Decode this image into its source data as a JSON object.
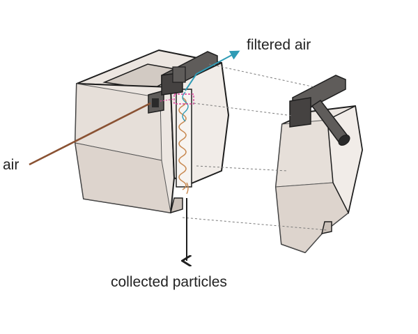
{
  "labels": {
    "filtered_air": "filtered air",
    "air_in": "air",
    "collected_particles": "collected particles"
  },
  "colors": {
    "body_light": "#ece6e1",
    "body_mid": "#ddd4cd",
    "body_dark": "#cbc1b9",
    "cavity": "#d2cac3",
    "cap": "#5f5c5a",
    "cap_dark": "#454241",
    "outline": "#1e1e1e",
    "incoming_arrow": "#8a5233",
    "filtered_arrow": "#2f9bb5",
    "particle_path": "#c98a52",
    "highlight": "#d9409a",
    "dashed": "#7a7a7a"
  }
}
